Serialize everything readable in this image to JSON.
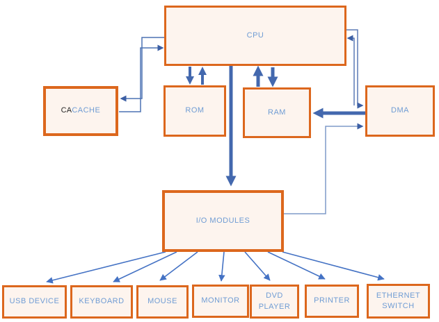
{
  "diagram": {
    "colors": {
      "box_border": "#DC671D",
      "box_fill": "#FDF4EE",
      "label_blue": "#6F9CD4",
      "label_black": "#262626",
      "arrow_thick": "#4368AE",
      "arrow_thin": "#4C72B4",
      "arrow_fan": "#4472C4",
      "connector_light": "#7E9AC9"
    },
    "nodes": {
      "cpu": {
        "label": "CPU"
      },
      "cache": {
        "prefix": "CA",
        "label": "CACHE"
      },
      "rom": {
        "label": "ROM"
      },
      "ram": {
        "label": "RAM"
      },
      "dma": {
        "label": "DMA"
      },
      "io_modules": {
        "label": "I/O MODULES"
      },
      "usb": {
        "label": "USB DEVICE"
      },
      "keyboard": {
        "label": "KEYBOARD"
      },
      "mouse": {
        "label": "MOUSE"
      },
      "monitor": {
        "label": "MONITOR"
      },
      "dvd": {
        "label": "DVD PLAYER"
      },
      "printer": {
        "label": "PRINTER"
      },
      "ethernet": {
        "label": "ETHERNET SWITCH"
      }
    },
    "edges": [
      {
        "from": "CPU",
        "to": "CACHE",
        "style": "thin-elbow"
      },
      {
        "from": "CACHE",
        "to": "CPU",
        "style": "thin-elbow"
      },
      {
        "from": "CPU",
        "to": "ROM",
        "style": "thick-straight"
      },
      {
        "from": "ROM",
        "to": "CPU",
        "style": "thick-straight"
      },
      {
        "from": "CPU",
        "to": "RAM",
        "style": "thick-straight"
      },
      {
        "from": "RAM",
        "to": "CPU",
        "style": "thick-straight"
      },
      {
        "from": "CPU",
        "to": "I/O MODULES",
        "style": "thick-straight"
      },
      {
        "from": "CPU",
        "to": "DMA",
        "style": "thin-elbow"
      },
      {
        "from": "DMA",
        "to": "CPU",
        "style": "thin-elbow"
      },
      {
        "from": "DMA",
        "to": "RAM",
        "style": "thick-straight"
      },
      {
        "from": "I/O MODULES",
        "to": "DMA",
        "style": "thin-elbow-light"
      },
      {
        "from": "I/O MODULES",
        "to": "USB DEVICE",
        "style": "fan"
      },
      {
        "from": "I/O MODULES",
        "to": "KEYBOARD",
        "style": "fan"
      },
      {
        "from": "I/O MODULES",
        "to": "MOUSE",
        "style": "fan"
      },
      {
        "from": "I/O MODULES",
        "to": "MONITOR",
        "style": "fan"
      },
      {
        "from": "I/O MODULES",
        "to": "DVD PLAYER",
        "style": "fan"
      },
      {
        "from": "I/O MODULES",
        "to": "PRINTER",
        "style": "fan"
      },
      {
        "from": "I/O MODULES",
        "to": "ETHERNET SWITCH",
        "style": "fan"
      }
    ]
  }
}
